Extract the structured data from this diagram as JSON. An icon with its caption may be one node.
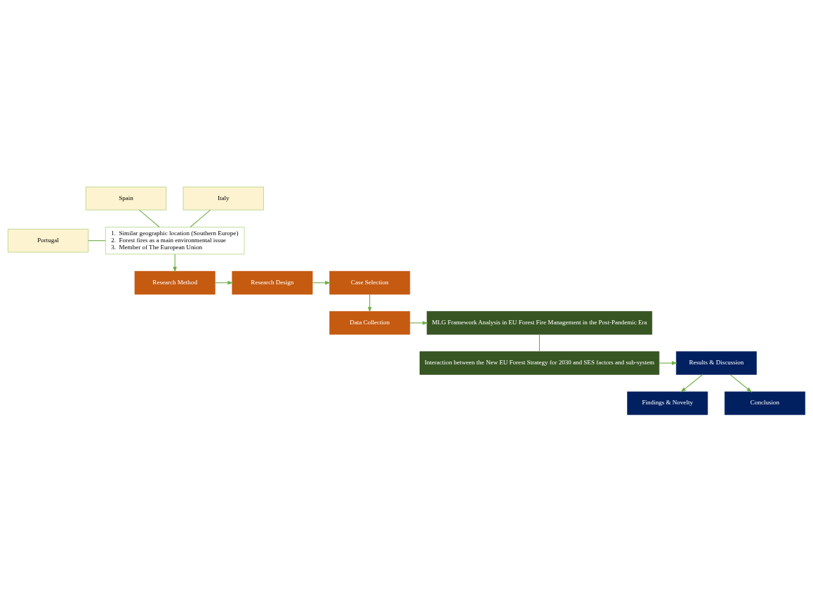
{
  "diagram": {
    "nodes": [
      {
        "text": [
          "Portugal"
        ]
      },
      {
        "text": [
          "Spain"
        ]
      },
      {
        "text": [
          "Italy"
        ]
      },
      {
        "text": [
          "1.  Similar geographic location (Southern Europe)",
          "2.  Forest fires as a main environmental issue",
          "3.  Member of The European Union"
        ]
      },
      {
        "text": [
          "Research Method"
        ]
      },
      {
        "text": [
          "Research Design"
        ]
      },
      {
        "text": [
          "Case Selection"
        ]
      },
      {
        "text": [
          "Data Collection"
        ]
      },
      {
        "text": [
          "MLG Framework Analysis in EU Forest Fire Management in the Post-Pandemic Era"
        ]
      },
      {
        "text": [
          "Interaction between the New EU Forest Strategy for 2030 and SES factors and sub-system"
        ]
      },
      {
        "text": [
          "Results & Discussion"
        ]
      },
      {
        "text": [
          "Findings & Novelty"
        ]
      },
      {
        "text": [
          "Conclusion"
        ]
      }
    ],
    "edges": [
      {
        "from": 0,
        "to": 3,
        "arrow": "none"
      },
      {
        "from": 1,
        "to": 3,
        "arrow": "none"
      },
      {
        "from": 2,
        "to": 3,
        "arrow": "none"
      },
      {
        "from": 3,
        "to": 4,
        "arrow": "to"
      },
      {
        "from": 4,
        "to": 5,
        "arrow": "to"
      },
      {
        "from": 5,
        "to": 6,
        "arrow": "to"
      },
      {
        "from": 6,
        "to": 7,
        "arrow": "to"
      },
      {
        "from": 7,
        "to": 8,
        "arrow": "to"
      },
      {
        "from": 8,
        "to": 9,
        "arrow": "none"
      },
      {
        "from": 9,
        "to": 10,
        "arrow": "to"
      },
      {
        "from": 10,
        "to": 11,
        "arrow": "to"
      },
      {
        "from": 10,
        "to": 12,
        "arrow": "to"
      }
    ]
  }
}
